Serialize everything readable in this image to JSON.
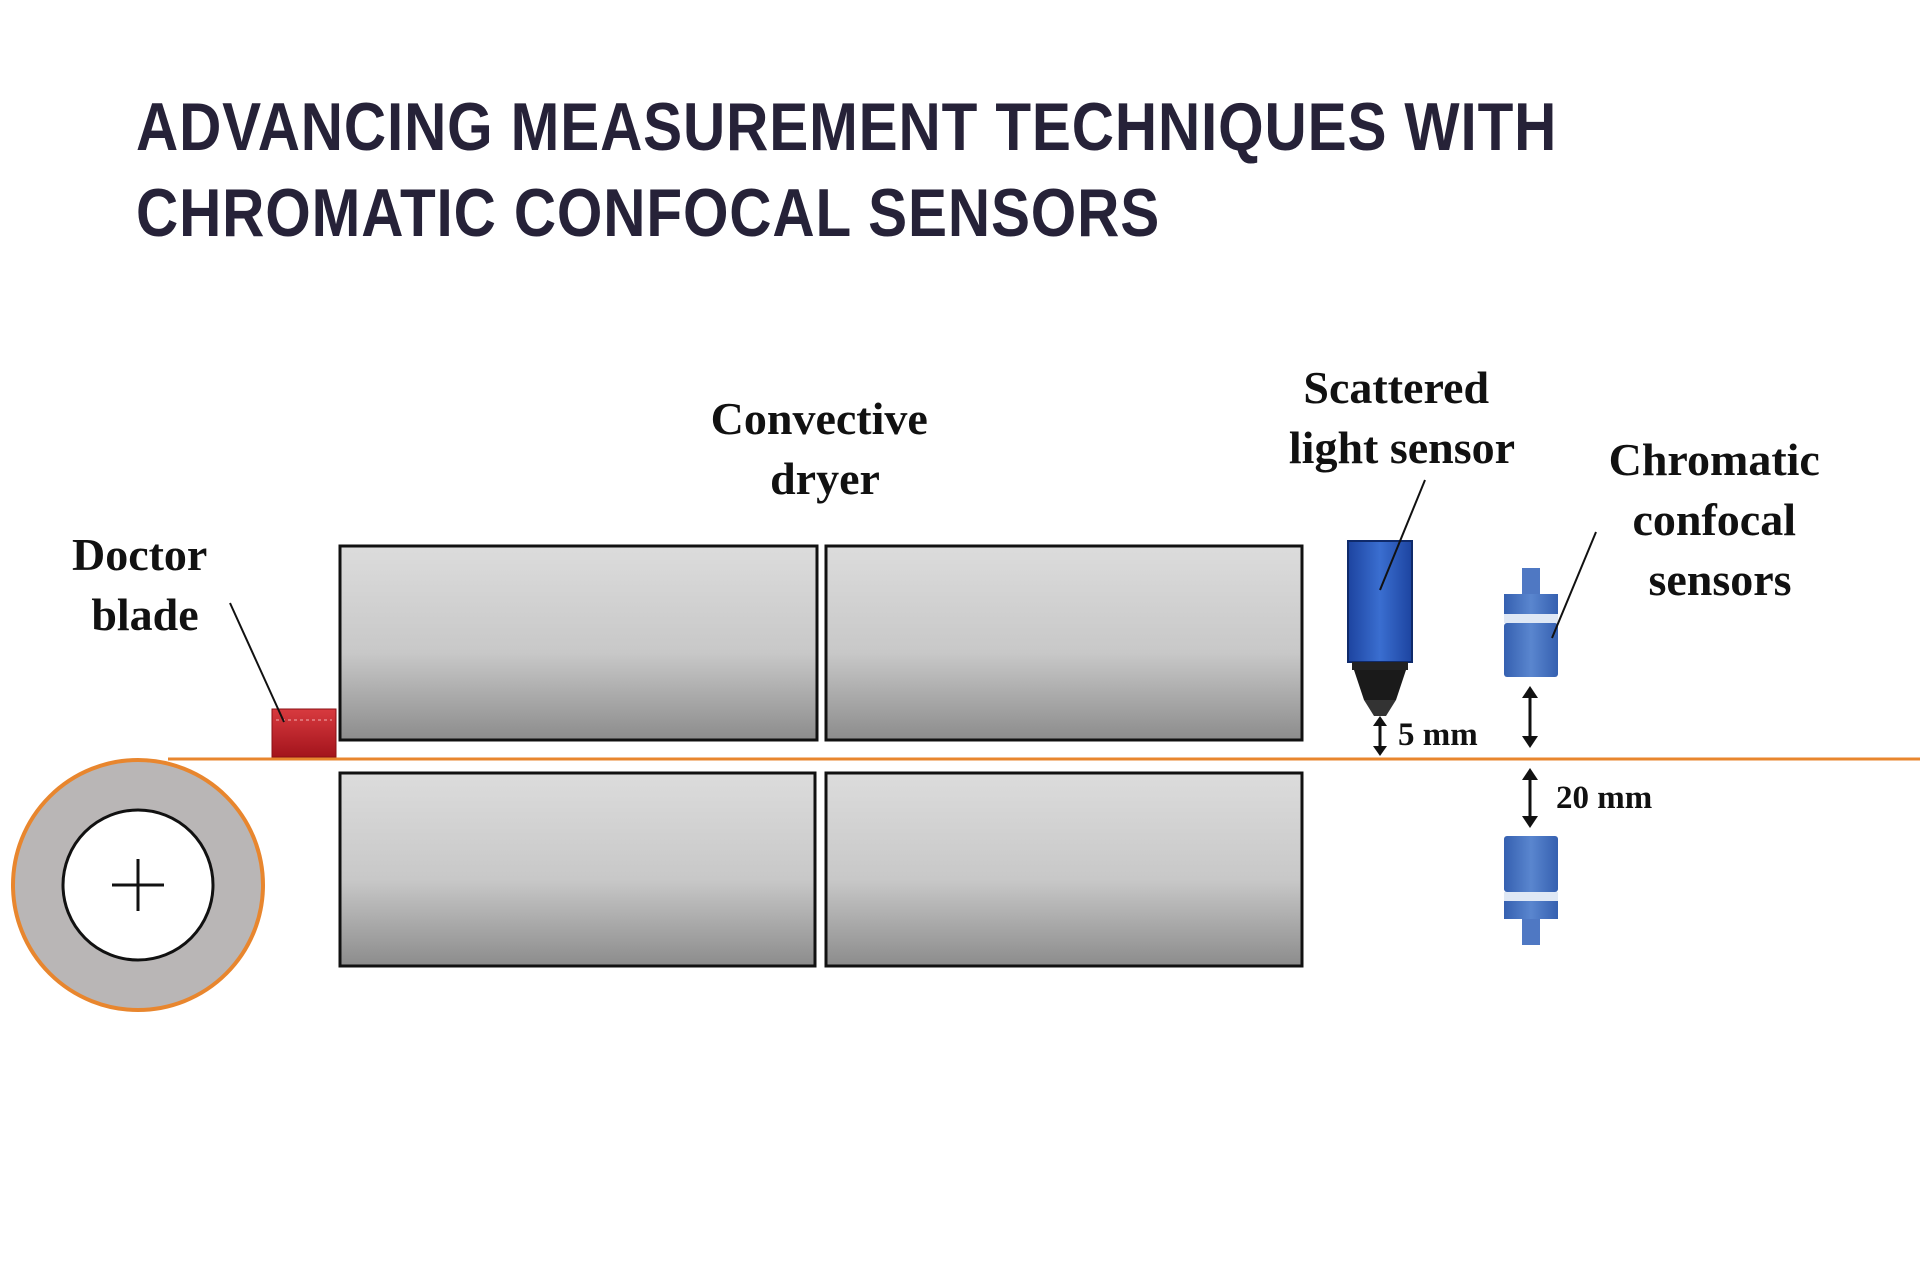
{
  "title": {
    "line1": "ADVANCING MEASUREMENT TECHNIQUES WITH",
    "line2": "CHROMATIC CONFOCAL SENSORS"
  },
  "labels": {
    "doctor_blade": [
      "Doctor",
      "blade"
    ],
    "convective_dryer": [
      "Convective",
      "dryer"
    ],
    "scattered_light_sensor": [
      "Scattered",
      "light sensor"
    ],
    "chromatic_confocal_sensors": [
      "Chromatic",
      "confocal",
      "sensors"
    ],
    "dim_5mm": "5 mm",
    "dim_20mm": "20 mm"
  },
  "colors": {
    "title": "#262238",
    "web_line": "#e8862e",
    "sensor_blue": "#2f5fb8",
    "confocal_blue": "#3f6fbf",
    "doctor_blade_red": "#c4232b",
    "roller_gray": "#b9b6b6"
  }
}
